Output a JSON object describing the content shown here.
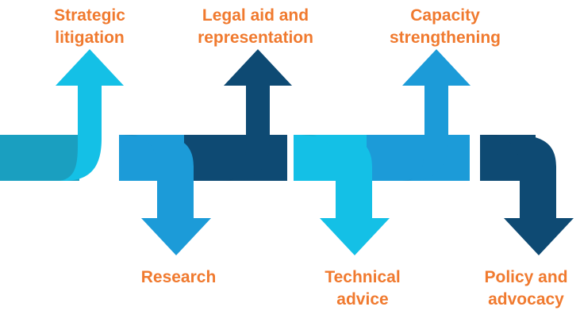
{
  "colors": {
    "light_blue": "#14c0e6",
    "mid_blue": "#1c9bd8",
    "dark_blue": "#0e4a73",
    "band_teal": "#1a9fc0",
    "label_orange": "#f07a2f"
  },
  "steps": [
    {
      "id": "strategic-litigation",
      "direction": "up",
      "color": "light_blue",
      "label": [
        "Strategic",
        "litigation"
      ]
    },
    {
      "id": "research",
      "direction": "down",
      "color": "mid_blue",
      "label": [
        "Research"
      ]
    },
    {
      "id": "legal-aid",
      "direction": "up",
      "color": "dark_blue",
      "label": [
        "Legal aid and",
        "representation"
      ]
    },
    {
      "id": "technical-advice",
      "direction": "down",
      "color": "light_blue",
      "label": [
        "Technical",
        "advice"
      ]
    },
    {
      "id": "capacity",
      "direction": "up",
      "color": "mid_blue",
      "label": [
        "Capacity",
        "strengthening"
      ]
    },
    {
      "id": "policy",
      "direction": "down",
      "color": "dark_blue",
      "label": [
        "Policy and",
        "advocacy"
      ]
    }
  ]
}
